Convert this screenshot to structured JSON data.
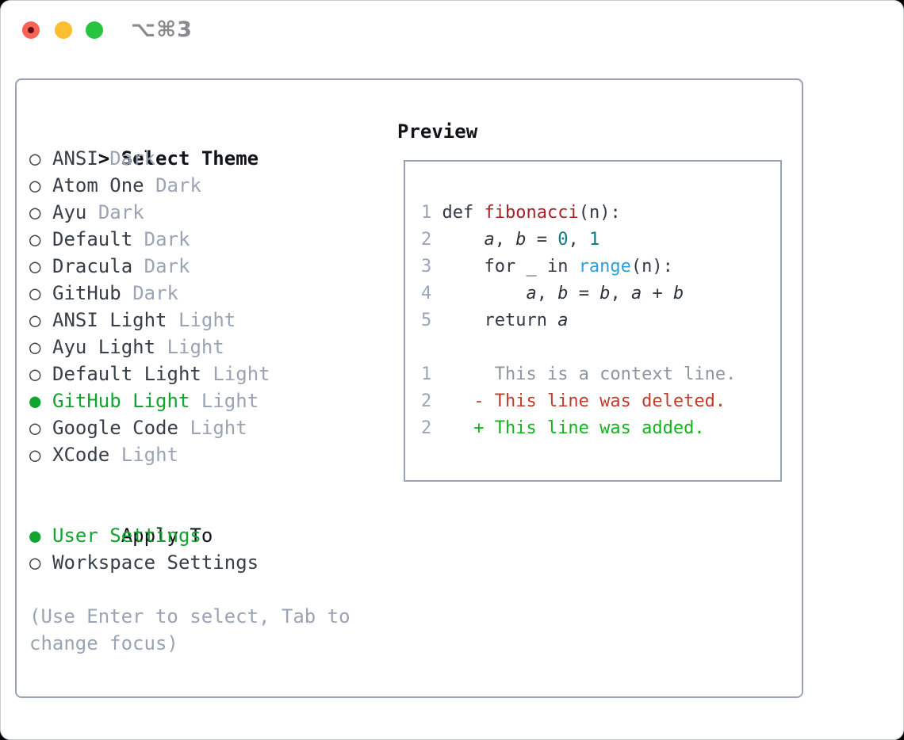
{
  "titlebar": {
    "title": "⌥⌘3"
  },
  "panel": {
    "select_theme": {
      "prompt": ">",
      "title": "Select Theme"
    },
    "radio": {
      "unselected": "○",
      "selected": "●"
    },
    "themes": [
      {
        "name": "ANSI",
        "variant": "Dark",
        "selected": false
      },
      {
        "name": "Atom One",
        "variant": "Dark",
        "selected": false
      },
      {
        "name": "Ayu",
        "variant": "Dark",
        "selected": false
      },
      {
        "name": "Default",
        "variant": "Dark",
        "selected": false
      },
      {
        "name": "Dracula",
        "variant": "Dark",
        "selected": false
      },
      {
        "name": "GitHub",
        "variant": "Dark",
        "selected": false
      },
      {
        "name": "ANSI Light",
        "variant": "Light",
        "selected": false
      },
      {
        "name": "Ayu Light",
        "variant": "Light",
        "selected": false
      },
      {
        "name": "Default Light",
        "variant": "Light",
        "selected": false
      },
      {
        "name": "GitHub Light",
        "variant": "Light",
        "selected": true
      },
      {
        "name": "Google Code",
        "variant": "Light",
        "selected": false
      },
      {
        "name": "XCode",
        "variant": "Light",
        "selected": false
      }
    ],
    "apply_to": {
      "title": "Apply To",
      "options": [
        {
          "name": "User Settings",
          "selected": true
        },
        {
          "name": "Workspace Settings",
          "selected": false
        }
      ]
    },
    "hint_lines": [
      "(Use Enter to select, Tab to",
      "change focus)"
    ]
  },
  "preview": {
    "title": "Preview",
    "code_lines": [
      {
        "num": "1",
        "segments": [
          {
            "text": "def ",
            "style": "plain"
          },
          {
            "text": "fibonacci",
            "style": "function"
          },
          {
            "text": "(n):",
            "style": "plain"
          }
        ]
      },
      {
        "num": "2",
        "segments": [
          {
            "text": "    ",
            "style": "plain"
          },
          {
            "text": "a",
            "style": "variable"
          },
          {
            "text": ", ",
            "style": "plain"
          },
          {
            "text": "b",
            "style": "variable"
          },
          {
            "text": " = ",
            "style": "plain"
          },
          {
            "text": "0",
            "style": "number"
          },
          {
            "text": ", ",
            "style": "plain"
          },
          {
            "text": "1",
            "style": "number"
          }
        ]
      },
      {
        "num": "3",
        "segments": [
          {
            "text": "    for _ in ",
            "style": "plain"
          },
          {
            "text": "range",
            "style": "builtin"
          },
          {
            "text": "(n):",
            "style": "plain"
          }
        ]
      },
      {
        "num": "4",
        "segments": [
          {
            "text": "        ",
            "style": "plain"
          },
          {
            "text": "a",
            "style": "variable"
          },
          {
            "text": ", ",
            "style": "plain"
          },
          {
            "text": "b",
            "style": "variable"
          },
          {
            "text": " = ",
            "style": "plain"
          },
          {
            "text": "b",
            "style": "variable"
          },
          {
            "text": ", ",
            "style": "plain"
          },
          {
            "text": "a",
            "style": "variable"
          },
          {
            "text": " + ",
            "style": "plain"
          },
          {
            "text": "b",
            "style": "variable"
          }
        ]
      },
      {
        "num": "5",
        "segments": [
          {
            "text": "    return ",
            "style": "plain"
          },
          {
            "text": "a",
            "style": "variable"
          }
        ]
      }
    ],
    "diff_lines": [
      {
        "num": "1",
        "marker": " ",
        "text": "This is a context line.",
        "kind": "context"
      },
      {
        "num": "2",
        "marker": "-",
        "text": "This line was deleted.",
        "kind": "deleted"
      },
      {
        "num": "2",
        "marker": "+",
        "text": "This line was added.",
        "kind": "added"
      }
    ]
  },
  "colors": {
    "selected_green": "#10a52f",
    "added_green": "#13b31d",
    "deleted_red": "#c23b2a",
    "function_red": "#a81f24",
    "number_teal": "#0c7b7e",
    "builtin_blue": "#2f9fd6",
    "border_gray": "#99a3b1",
    "muted_gray": "#9aa4b4",
    "traffic_red": "#fa6157",
    "traffic_yellow": "#fcbd2f",
    "traffic_green": "#27c53f"
  }
}
